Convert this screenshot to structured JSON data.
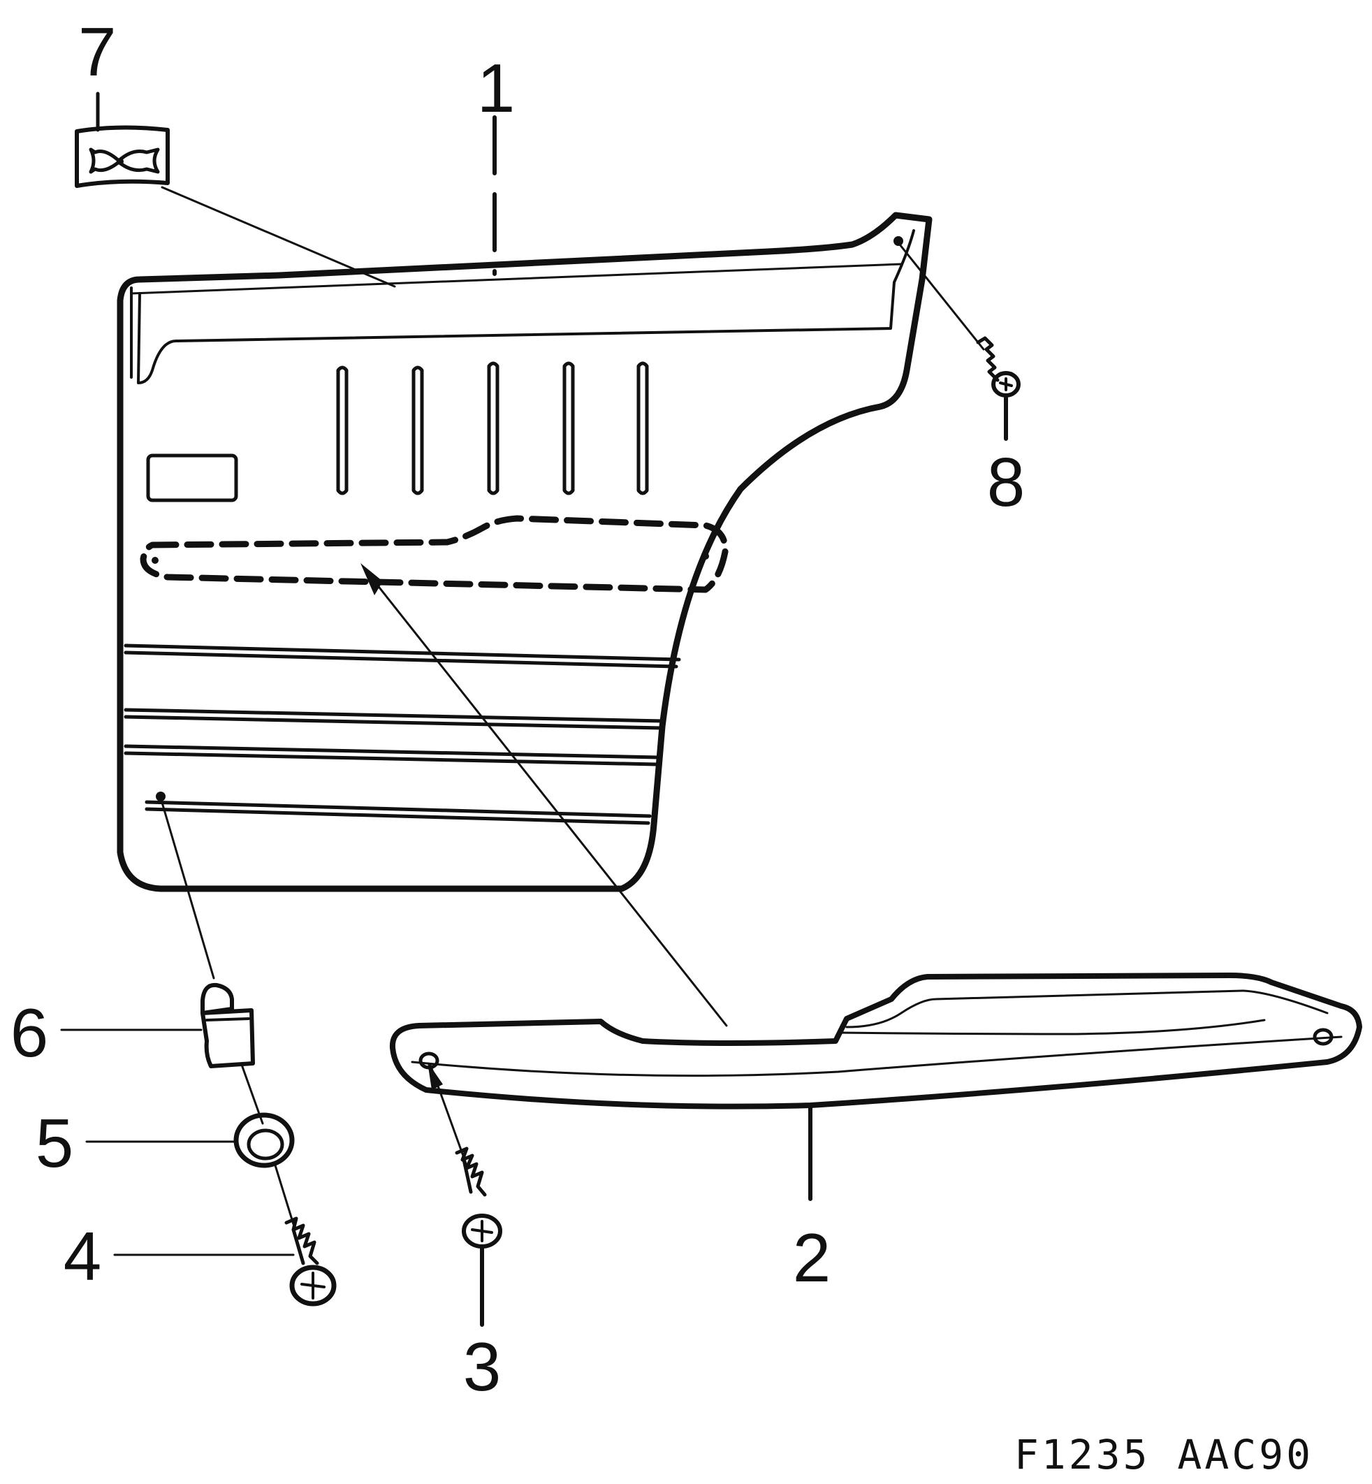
{
  "diagram": {
    "figure_code": "F1235  AAC90",
    "callouts": {
      "c1": "1",
      "c2": "2",
      "c3": "3",
      "c4": "4",
      "c5": "5",
      "c6": "6",
      "c7": "7",
      "c8": "8"
    },
    "colors": {
      "ink": "#111111",
      "paper": "#ffffff"
    }
  }
}
